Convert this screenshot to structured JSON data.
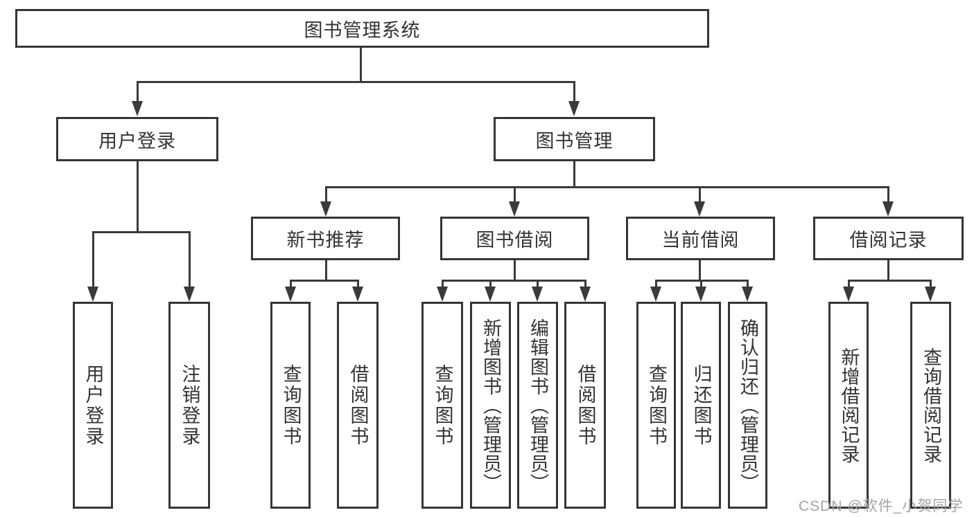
{
  "diagram": {
    "root": "图书管理系统",
    "level2": [
      "用户登录",
      "图书管理"
    ],
    "level3": [
      "新书推荐",
      "图书借阅",
      "当前借阅",
      "借阅记录"
    ],
    "leaves_login": [
      "用户登录",
      "注销登录"
    ],
    "leaves_new_books": [
      "查询图书",
      "借阅图书"
    ],
    "leaves_book_borrow": [
      "查询图书",
      "新增图书（管理员）",
      "编辑图书（管理员）",
      "借阅图书"
    ],
    "leaves_current_borrow": [
      "查询图书",
      "归还图书",
      "确认归还（管理员）"
    ],
    "leaves_borrow_records": [
      "新增借阅记录",
      "查询借阅记录"
    ]
  },
  "watermark": {
    "text": "CSDN @软件_小贺同学"
  },
  "colors": {
    "line": "#3a3a3a",
    "box_border": "#353535",
    "text": "#333333",
    "watermark": "#a3a3a3",
    "background": "#ffffff"
  }
}
